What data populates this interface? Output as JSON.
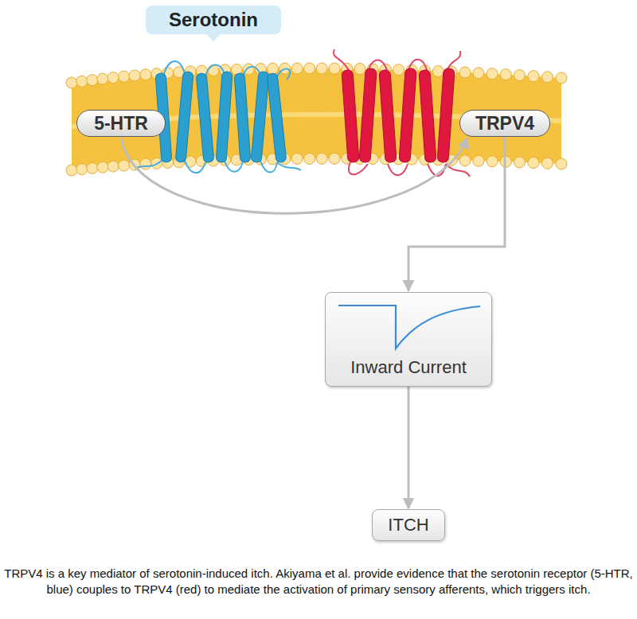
{
  "diagram": {
    "caption": "TRPV4 is a key mediator of serotonin-induced itch. Akiyama et al. provide evidence that the serotonin receptor (5-HTR, blue) couples to TRPV4 (red) to mediate the activation of primary sensory afferents, which triggers itch.",
    "nodes": [
      {
        "text": [
          "Serotonin"
        ]
      },
      {
        "text": [
          "5-HTR"
        ]
      },
      {
        "text": [
          "TRPV4"
        ]
      },
      {
        "text": [
          "Inward Current"
        ]
      },
      {
        "text": [
          "ITCH"
        ]
      }
    ],
    "edges": [
      {
        "from": 1,
        "to": 2,
        "arrow": "to"
      },
      {
        "from": 2,
        "to": 3,
        "arrow": "to"
      },
      {
        "from": 3,
        "to": 4,
        "arrow": "to"
      }
    ]
  }
}
